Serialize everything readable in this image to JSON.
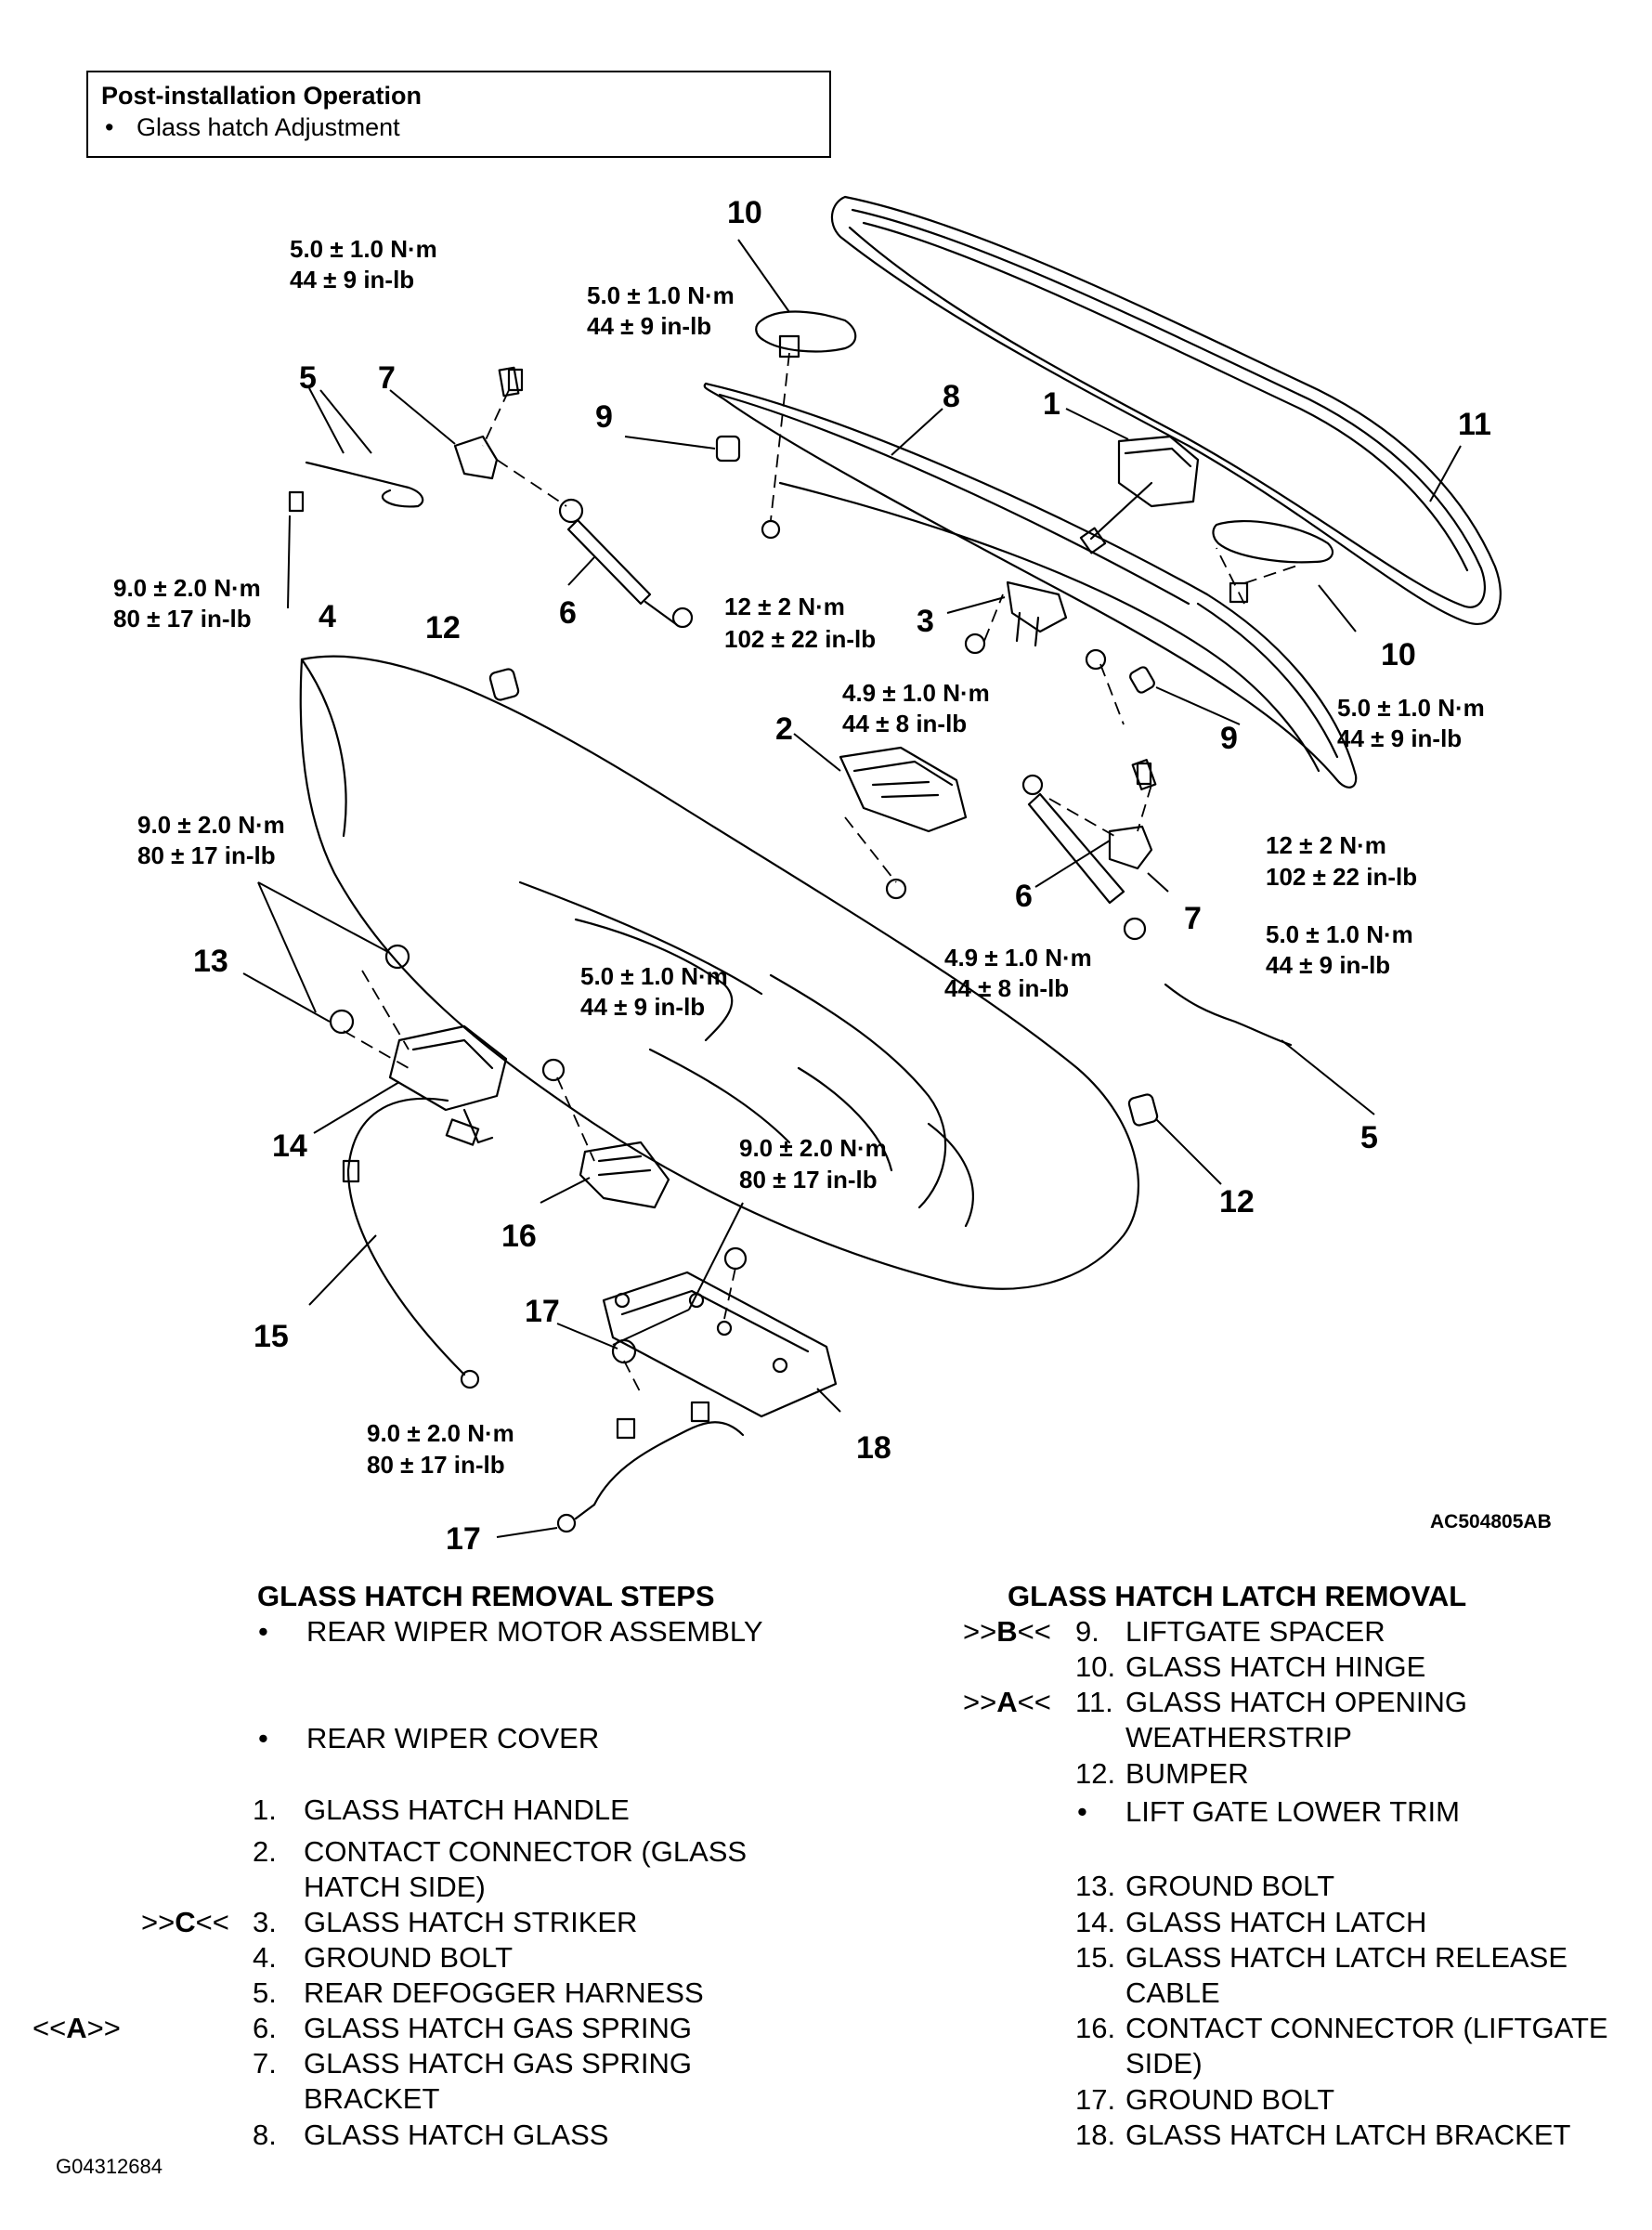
{
  "post_install": {
    "title": "Post-installation Operation",
    "item": "Glass hatch Adjustment",
    "bullet": "•"
  },
  "diagram": {
    "code": "AC504805AB",
    "callouts": {
      "c1": "1",
      "c2": "2",
      "c3": "3",
      "c4": "4",
      "c5a": "5",
      "c5b": "5",
      "c6a": "6",
      "c6b": "6",
      "c7a": "7",
      "c7b": "7",
      "c8": "8",
      "c9a": "9",
      "c9b": "9",
      "c10a": "10",
      "c10b": "10",
      "c11": "11",
      "c12a": "12",
      "c12b": "12",
      "c13": "13",
      "c14": "14",
      "c15": "15",
      "c16": "16",
      "c17a": "17",
      "c17b": "17",
      "c18": "18"
    },
    "torques": {
      "t1a": "5.0 ± 1.0 N·m",
      "t1b": "44 ± 9 in-lb",
      "t2a": "5.0 ± 1.0 N·m",
      "t2b": "44 ± 9 in-lb",
      "t3a": "9.0 ± 2.0 N·m",
      "t3b": "80 ± 17 in-lb",
      "t4a": "12 ± 2 N·m",
      "t4b": "102 ± 22 in-lb",
      "t5a": "4.9 ± 1.0 N·m",
      "t5b": "44 ± 8 in-lb",
      "t6a": "5.0 ± 1.0 N·m",
      "t6b": "44 ± 9 in-lb",
      "t7a": "12 ± 2 N·m",
      "t7b": "102 ± 22 in-lb",
      "t8a": "5.0 ± 1.0 N·m",
      "t8b": "44 ± 9 in-lb",
      "t9a": "9.0 ± 2.0 N·m",
      "t9b": "80 ± 17 in-lb",
      "t10a": "4.9 ± 1.0 N·m",
      "t10b": "44 ± 8 in-lb",
      "t11a": "5.0 ± 1.0 N·m",
      "t11b": "44 ± 9 in-lb",
      "t12a": "9.0 ± 2.0 N·m",
      "t12b": "80 ± 17 in-lb",
      "t13a": "9.0 ± 2.0 N·m",
      "t13b": "80 ± 17 in-lb"
    }
  },
  "removal_steps": {
    "heading": "GLASS HATCH REMOVAL STEPS",
    "items": [
      {
        "mark": "",
        "num": "•",
        "label": "REAR WIPER MOTOR ASSEMBLY"
      },
      {
        "mark": "",
        "num": "•",
        "label": "REAR WIPER COVER"
      },
      {
        "mark": "",
        "num": "1.",
        "label": "GLASS HATCH HANDLE"
      },
      {
        "mark": "",
        "num": "2.",
        "label": "CONTACT CONNECTOR (GLASS",
        "label2": "HATCH SIDE)"
      },
      {
        "mark_pre": ">>",
        "mark_bold": "C",
        "mark_post": "<<",
        "num": "3.",
        "label": "GLASS HATCH STRIKER"
      },
      {
        "mark": "",
        "num": "4.",
        "label": "GROUND BOLT"
      },
      {
        "mark": "",
        "num": "5.",
        "label": "REAR DEFOGGER HARNESS"
      },
      {
        "mark_pre": "<<",
        "mark_bold": "A",
        "mark_post": ">>",
        "num": "6.",
        "label": "GLASS HATCH GAS SPRING"
      },
      {
        "mark": "",
        "num": "7.",
        "label": "GLASS HATCH GAS SPRING",
        "label2": "BRACKET"
      },
      {
        "mark": "",
        "num": "8.",
        "label": "GLASS HATCH GLASS"
      }
    ]
  },
  "latch_removal": {
    "heading": "GLASS HATCH LATCH REMOVAL",
    "items": [
      {
        "mark_pre": ">>",
        "mark_bold": "B",
        "mark_post": "<<",
        "num": "9.",
        "label": "LIFTGATE SPACER"
      },
      {
        "num": "10.",
        "label": "GLASS HATCH HINGE"
      },
      {
        "mark_pre": ">>",
        "mark_bold": "A",
        "mark_post": "<<",
        "num": "11.",
        "label": "GLASS HATCH OPENING",
        "label2": "WEATHERSTRIP"
      },
      {
        "num": "12.",
        "label": "BUMPER"
      },
      {
        "num": "•",
        "label": "LIFT GATE LOWER TRIM"
      },
      {
        "num": "13.",
        "label": "GROUND BOLT"
      },
      {
        "num": "14.",
        "label": "GLASS HATCH LATCH"
      },
      {
        "num": "15.",
        "label": "GLASS HATCH LATCH RELEASE",
        "label2": "CABLE"
      },
      {
        "num": "16.",
        "label": "CONTACT CONNECTOR (LIFTGATE",
        "label2": "SIDE)"
      },
      {
        "num": "17.",
        "label": "GROUND BOLT"
      },
      {
        "num": "18.",
        "label": "GLASS HATCH LATCH BRACKET"
      }
    ]
  },
  "footer": {
    "code": "G04312684"
  }
}
